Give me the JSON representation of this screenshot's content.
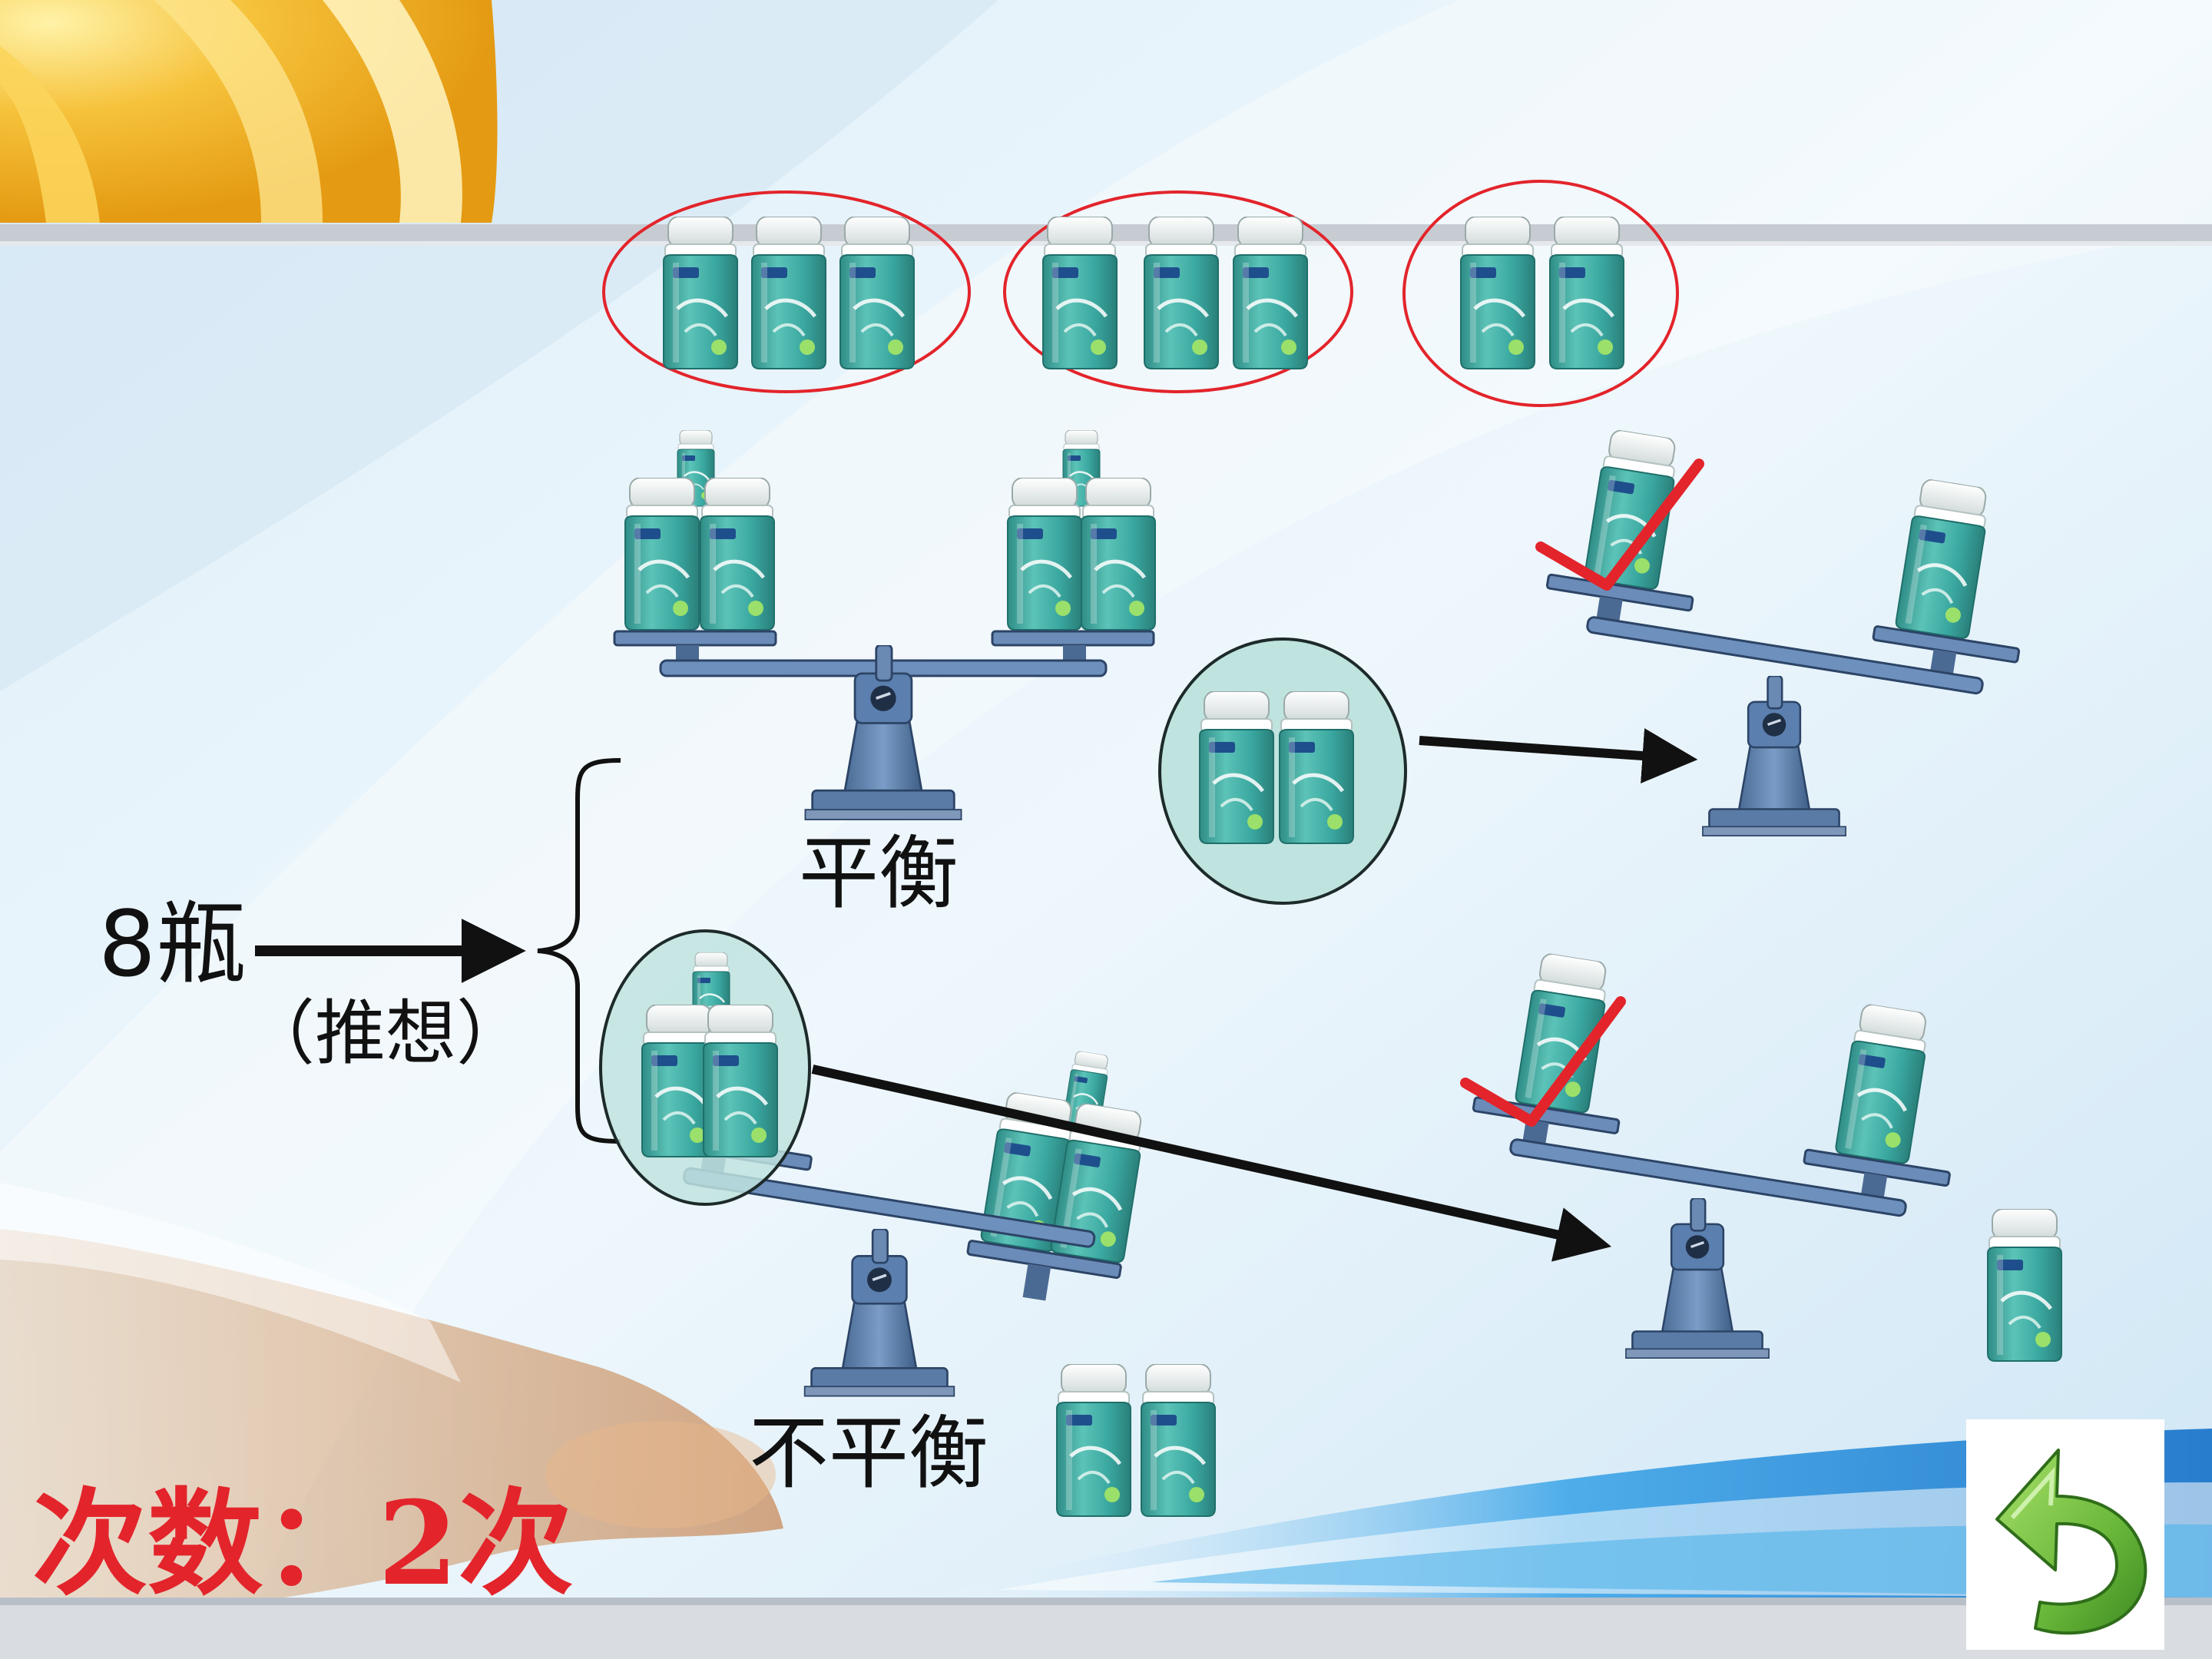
{
  "labels": {
    "eight_bottles": "8瓶",
    "guess": "（推想）",
    "balanced": "平衡",
    "unbalanced": "不平衡",
    "count": "次数：2次"
  },
  "colors": {
    "circle_outline": "#e3242b",
    "checkmark": "#e3242b",
    "bottle_body": "#3aa8a0",
    "bottle_cap": "#eef3f2",
    "scale": "#5d7ea8",
    "count_text": "#e3242b",
    "back_arrow": "#7cc142"
  },
  "icons": {
    "back_button": "back-arrow-icon",
    "correct_mark": "checkmark-icon"
  }
}
